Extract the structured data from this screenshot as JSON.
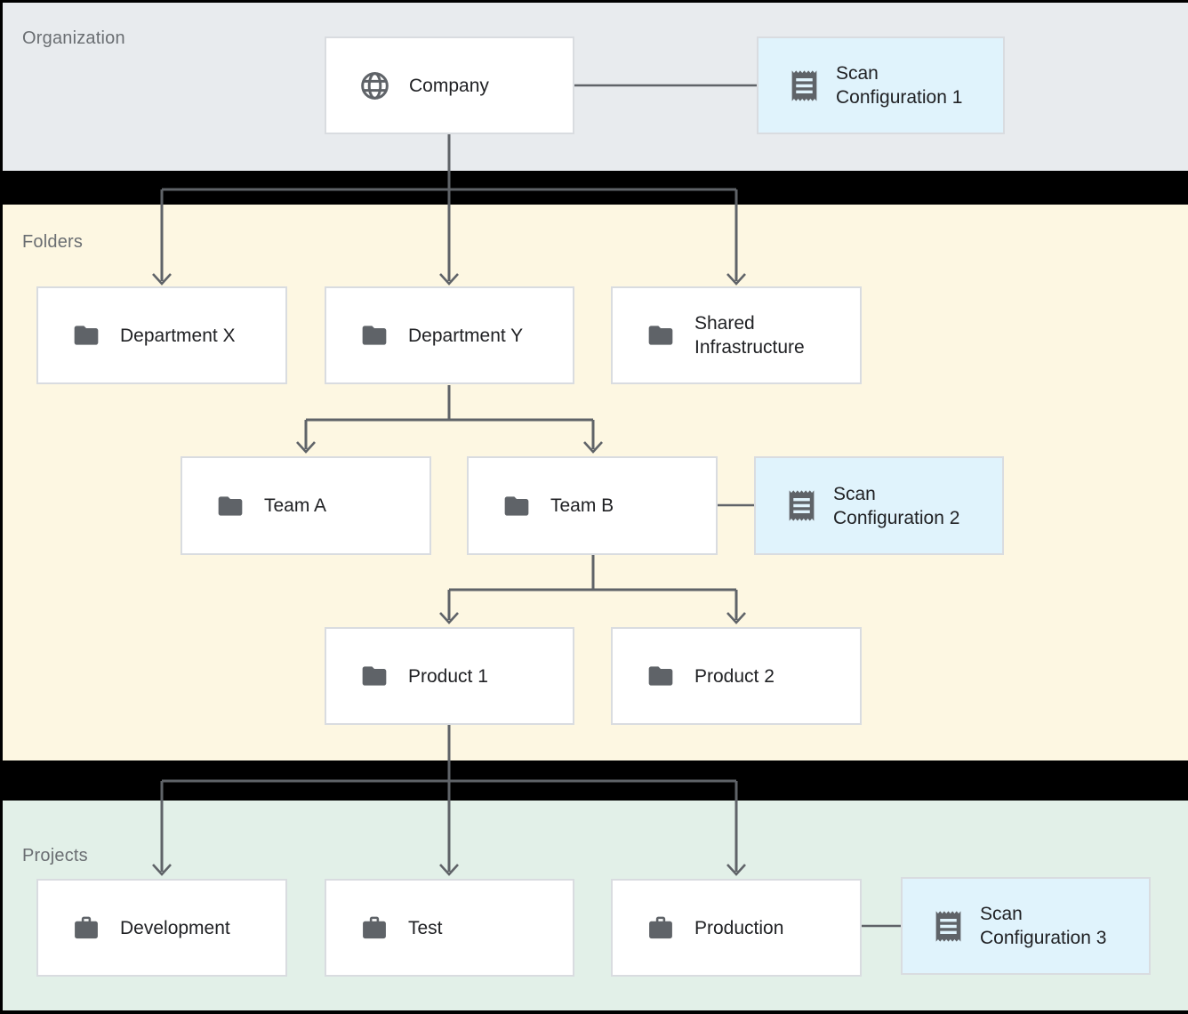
{
  "diagram": {
    "sections": {
      "organization": {
        "label": "Organization"
      },
      "folders": {
        "label": "Folders"
      },
      "projects": {
        "label": "Projects"
      }
    },
    "nodes": {
      "company": {
        "label": "Company",
        "icon": "globe-icon"
      },
      "scan_config_1": {
        "label": "Scan Configuration 1",
        "icon": "receipt-icon"
      },
      "department_x": {
        "label": "Department X",
        "icon": "folder-icon"
      },
      "department_y": {
        "label": "Department Y",
        "icon": "folder-icon"
      },
      "shared_infrastructure": {
        "label": "Shared Infrastructure",
        "icon": "folder-icon"
      },
      "team_a": {
        "label": "Team A",
        "icon": "folder-icon"
      },
      "team_b": {
        "label": "Team B",
        "icon": "folder-icon"
      },
      "scan_config_2": {
        "label": "Scan Configuration 2",
        "icon": "receipt-icon"
      },
      "product_1": {
        "label": "Product 1",
        "icon": "folder-icon"
      },
      "product_2": {
        "label": "Product 2",
        "icon": "folder-icon"
      },
      "development": {
        "label": "Development",
        "icon": "briefcase-icon"
      },
      "test": {
        "label": "Test",
        "icon": "briefcase-icon"
      },
      "production": {
        "label": "Production",
        "icon": "briefcase-icon"
      },
      "scan_config_3": {
        "label": "Scan Configuration 3",
        "icon": "receipt-icon"
      }
    },
    "edges": [
      {
        "from": "company",
        "to": "department_x",
        "type": "arrow"
      },
      {
        "from": "company",
        "to": "department_y",
        "type": "arrow"
      },
      {
        "from": "company",
        "to": "shared_infrastructure",
        "type": "arrow"
      },
      {
        "from": "company",
        "to": "scan_config_1",
        "type": "link"
      },
      {
        "from": "department_y",
        "to": "team_a",
        "type": "arrow"
      },
      {
        "from": "department_y",
        "to": "team_b",
        "type": "arrow"
      },
      {
        "from": "team_b",
        "to": "scan_config_2",
        "type": "link"
      },
      {
        "from": "team_b",
        "to": "product_1",
        "type": "arrow"
      },
      {
        "from": "team_b",
        "to": "product_2",
        "type": "arrow"
      },
      {
        "from": "product_1",
        "to": "development",
        "type": "arrow"
      },
      {
        "from": "product_1",
        "to": "test",
        "type": "arrow"
      },
      {
        "from": "product_1",
        "to": "production",
        "type": "arrow"
      },
      {
        "from": "production",
        "to": "scan_config_3",
        "type": "link"
      }
    ],
    "colors": {
      "frame": "#000000",
      "organization_bg": "#e8ebee",
      "folders_bg": "#fdf7e2",
      "projects_bg": "#e2f0e8",
      "scan_box_bg": "#e0f3fc",
      "node_bg": "#ffffff",
      "node_border": "#d9dce0",
      "connector": "#5f6368",
      "icon": "#5f6368",
      "label_text": "#202124",
      "section_text": "#6a6e72"
    }
  }
}
